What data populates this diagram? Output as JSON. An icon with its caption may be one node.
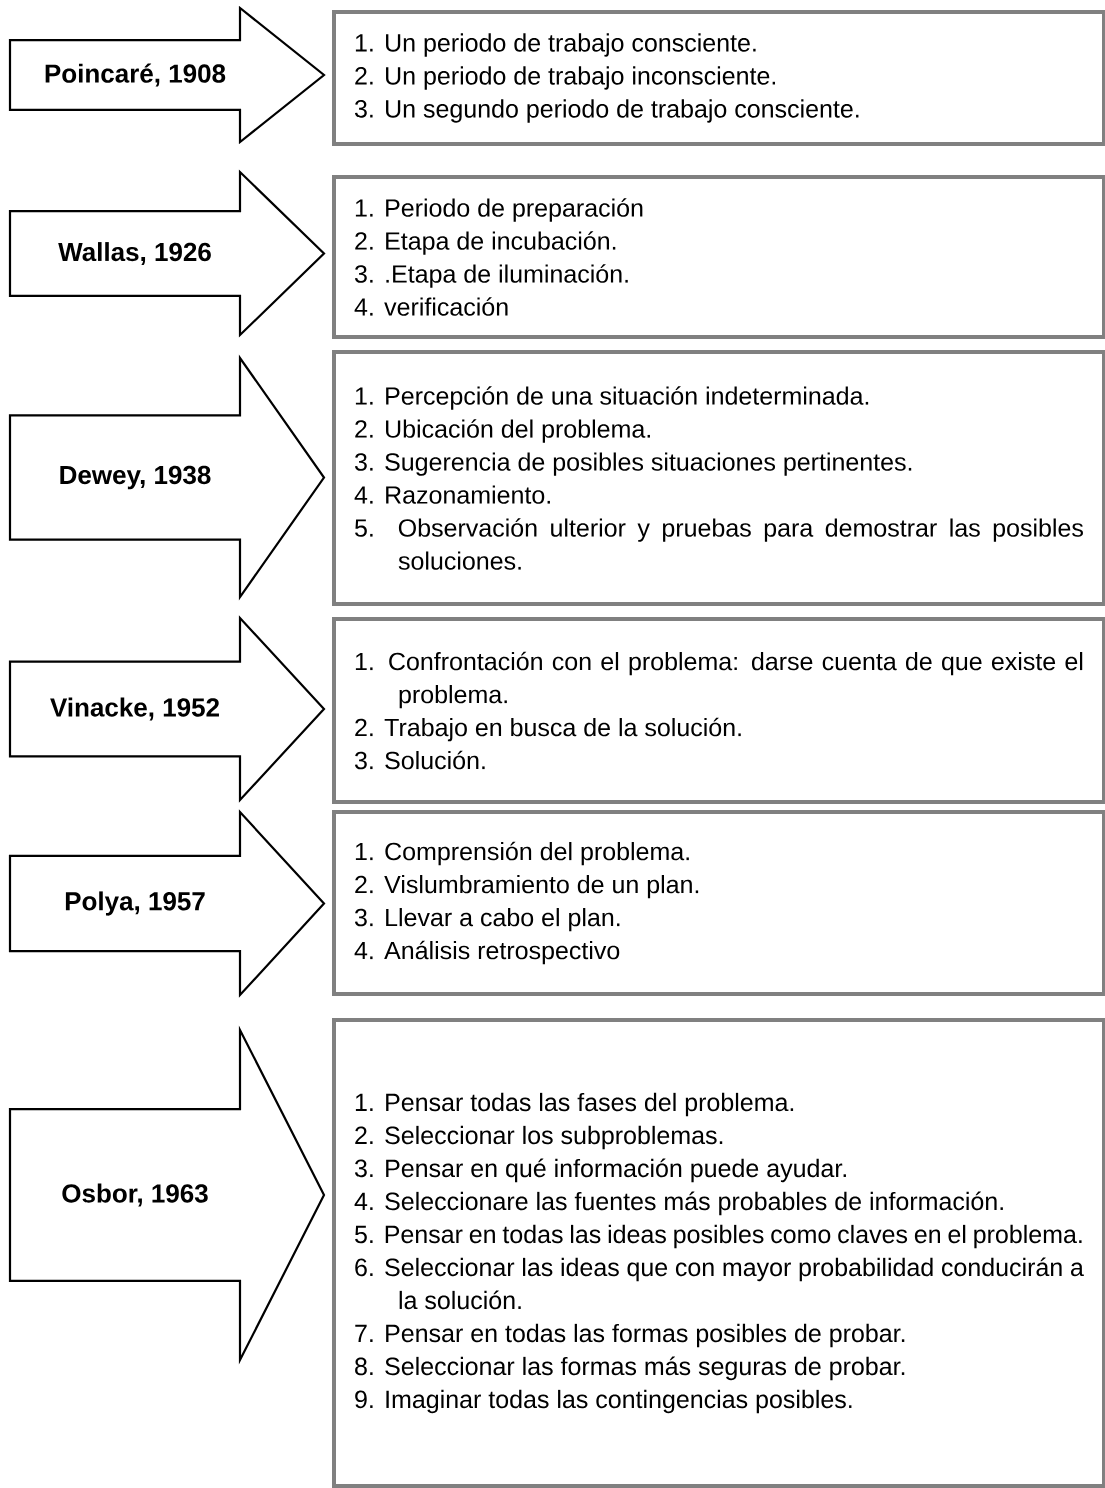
{
  "diagram": {
    "nodes": [
      {
        "text": [
          "Poincaré, 1908"
        ]
      },
      {
        "text": [
          "1. Un periodo de trabajo consciente.",
          "2. Un periodo de trabajo inconsciente.",
          "3. Un segundo periodo de trabajo consciente."
        ]
      },
      {
        "text": [
          "Wallas, 1926"
        ]
      },
      {
        "text": [
          "1. Periodo de preparación",
          "2. Etapa de incubación.",
          "3. .Etapa de iluminación.",
          "4. verificación"
        ]
      },
      {
        "text": [
          "Dewey, 1938"
        ]
      },
      {
        "text": [
          "1. Percepción de una situación indeterminada.",
          "2. Ubicación del problema.",
          "3. Sugerencia de posibles situaciones pertinentes.",
          "4. Razonamiento.",
          "5. Observación ulterior y pruebas para demostrar las posibles soluciones."
        ]
      },
      {
        "text": [
          "Vinacke, 1952"
        ]
      },
      {
        "text": [
          "1. Confrontación con el problema: darse cuenta de que existe el problema.",
          "2. Trabajo en busca de la solución.",
          "3. Solución."
        ]
      },
      {
        "text": [
          "Polya, 1957"
        ]
      },
      {
        "text": [
          "1. Comprensión del problema.",
          "2. Vislumbramiento de un plan.",
          "3. Llevar a cabo el plan.",
          "4. Análisis retrospectivo"
        ]
      },
      {
        "text": [
          "Osbor, 1963"
        ]
      },
      {
        "text": [
          "1. Pensar todas las fases del problema.",
          "2. Seleccionar los subproblemas.",
          "3. Pensar en qué información puede ayudar.",
          "4. Seleccionare las fuentes más probables de información.",
          "5. Pensar en todas las ideas posibles como claves en el problema.",
          "6. Seleccionar las ideas que con mayor probabilidad conducirán a la solución.",
          "7. Pensar en todas las formas posibles de probar.",
          "8. Seleccionar las formas más seguras de probar.",
          "9. Imaginar todas las contingencias posibles."
        ]
      }
    ]
  }
}
